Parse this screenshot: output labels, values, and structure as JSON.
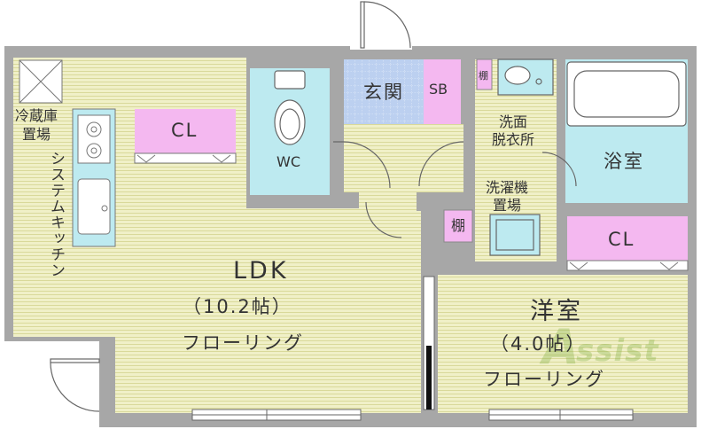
{
  "colors": {
    "wall": "#a7a7a7",
    "flooring": "#f0f0c8",
    "flooring_line": "#d9d99a",
    "wet_area": "#bdeaf0",
    "closet": "#f4b8f0",
    "entrance_tile": "#bcd0f0",
    "text": "#333333",
    "watermark": "#9cc46a"
  },
  "rooms": {
    "ldk_name": "LDK",
    "ldk_size": "（10.2帖）",
    "ldk_floor": "フローリング",
    "western_name": "洋室",
    "western_size": "（4.0帖）",
    "western_floor": "フローリング",
    "bath": "浴室",
    "wc": "WC",
    "entrance": "玄関",
    "shoe_box": "SB",
    "washroom": "洗面\n脱衣所",
    "laundry": "洗濯機\n置場",
    "shelf_small": "棚",
    "shelf": "棚",
    "closet_1": "CL",
    "closet_2": "CL",
    "fridge": "冷蔵庫\n置場",
    "kitchen": "システムキッチン"
  },
  "watermark": {
    "logo_letter": "A",
    "logo_text": "ssist"
  }
}
